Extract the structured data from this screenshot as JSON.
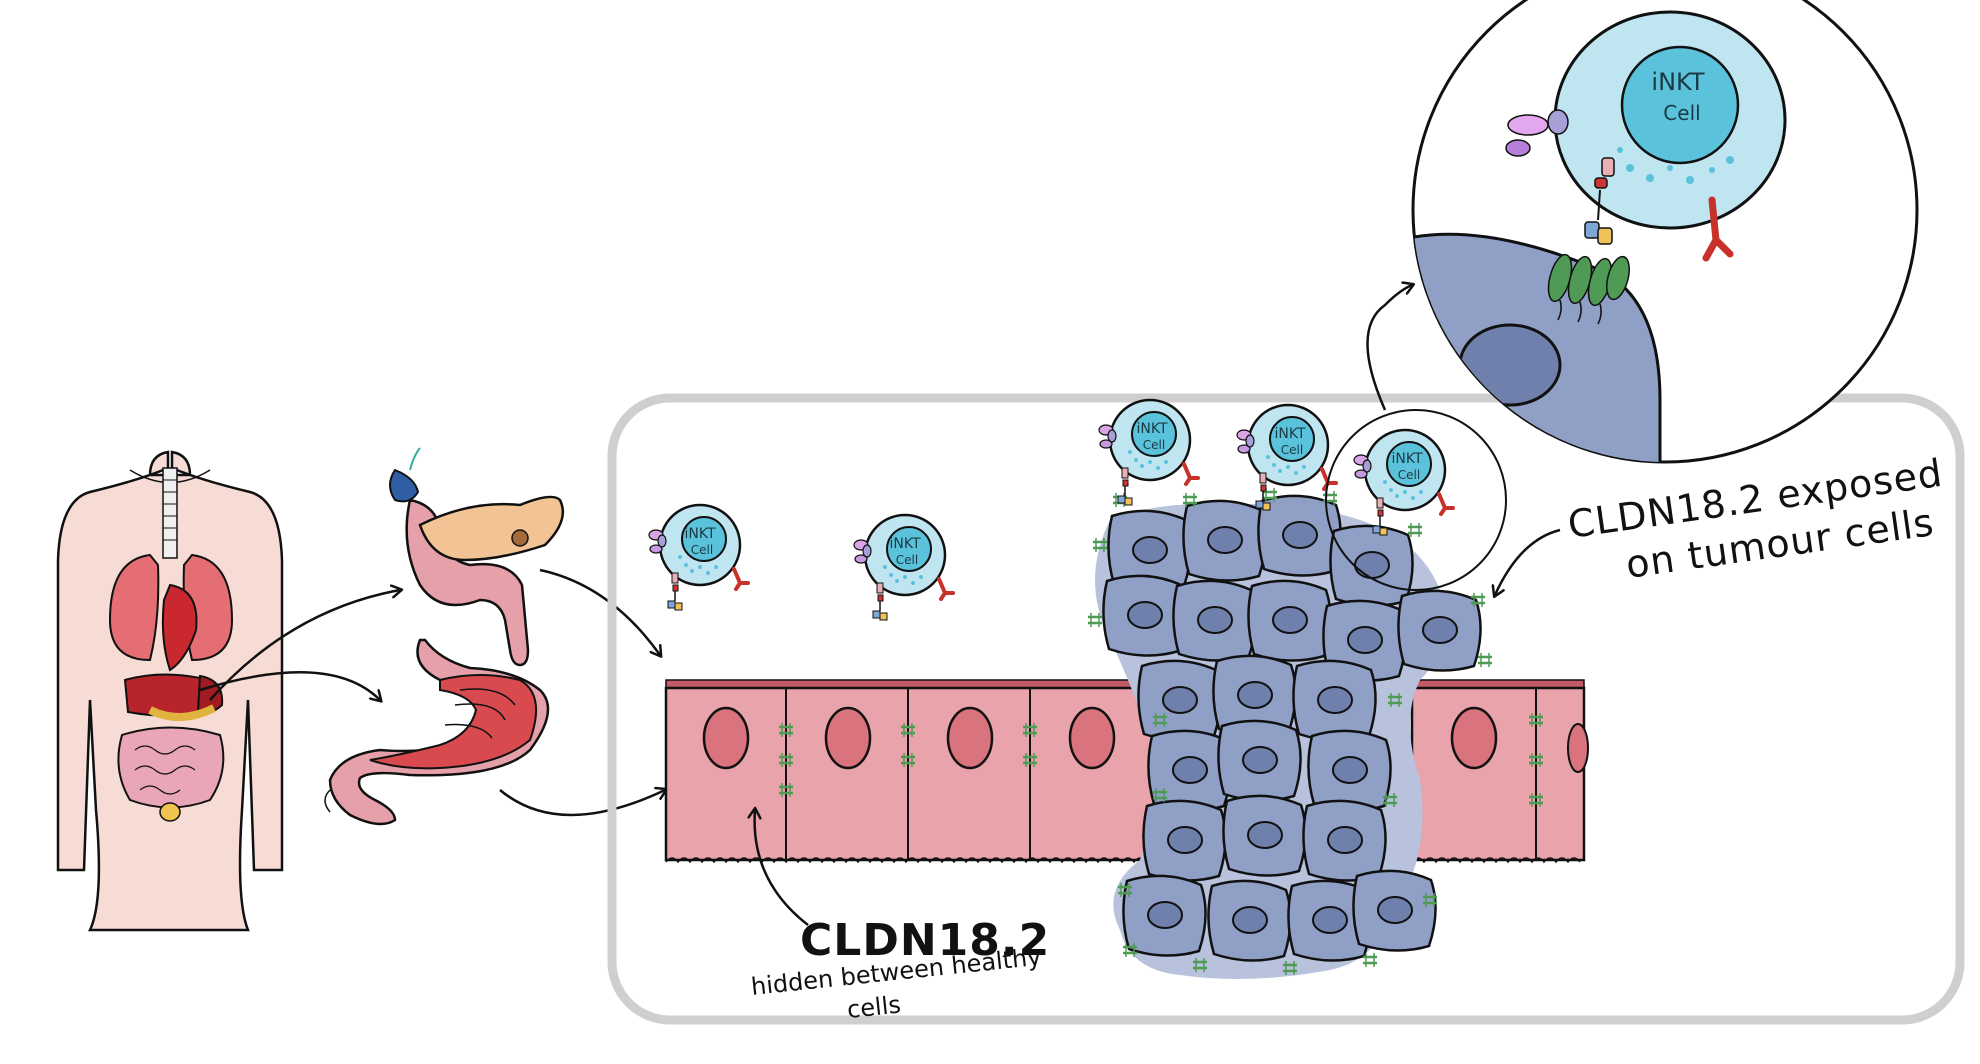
{
  "labels": {
    "cldn_hidden_title": "CLDN18.2",
    "cldn_hidden_sub_1": "hidden between healthy",
    "cldn_hidden_sub_2": "cells",
    "cldn_exposed_1": "CLDN18.2 exposed",
    "cldn_exposed_2": "on tumour cells"
  },
  "inkt_cell": {
    "line1": "iNKT",
    "line2": "Cell"
  },
  "colors": {
    "healthy_epithelium": "#e8a3ab",
    "tumour_cell": "#8f9fc6",
    "inkt_cell": "#bfe6f0",
    "inkt_nucleus": "#5ac3db",
    "cldn_protein": "#4f9a55",
    "frame": "#cfcfcf",
    "body": "#f7dcd5"
  }
}
